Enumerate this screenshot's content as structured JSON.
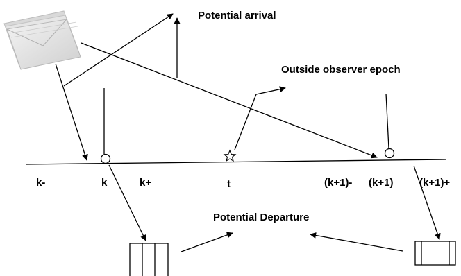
{
  "labels": {
    "potential_arrival": "Potential arrival",
    "outside_observer_epoch": "Outside observer epoch",
    "potential_departure": "Potential Departure"
  },
  "timeline": {
    "ticks": [
      "k-",
      "k",
      "k+",
      "t",
      "(k+1)-",
      "(k+1)",
      "(k+1)+"
    ]
  },
  "icons": {
    "mail": "envelope-stack-icon",
    "arrival_epoch_marker": "circle-marker-icon",
    "observer_marker": "star-marker-icon",
    "server": "queue-server-icon"
  },
  "colors": {
    "line": "#000000",
    "envelope": "#e4e4e4"
  }
}
